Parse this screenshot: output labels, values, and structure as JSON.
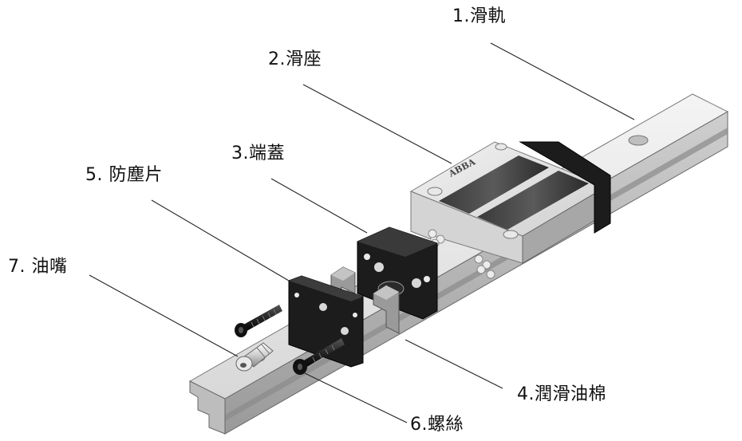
{
  "diagram": {
    "parts": [
      {
        "id": "rail",
        "label": "1.滑軌"
      },
      {
        "id": "block",
        "label": "2.滑座"
      },
      {
        "id": "end-cap",
        "label": "3.端蓋"
      },
      {
        "id": "lube-felt",
        "label": "4.潤滑油棉"
      },
      {
        "id": "dust-seal",
        "label": "5. 防塵片"
      },
      {
        "id": "screw",
        "label": "6.螺絲"
      },
      {
        "id": "grease-nipple",
        "label": "7. 油嘴"
      }
    ],
    "brand_text": "ABBA"
  },
  "colors": {
    "metal_light": "#e6e6e6",
    "metal_mid": "#c8c8c8",
    "metal_dark": "#8c8c8c",
    "black_part": "#1c1c1c",
    "line": "#222222"
  }
}
